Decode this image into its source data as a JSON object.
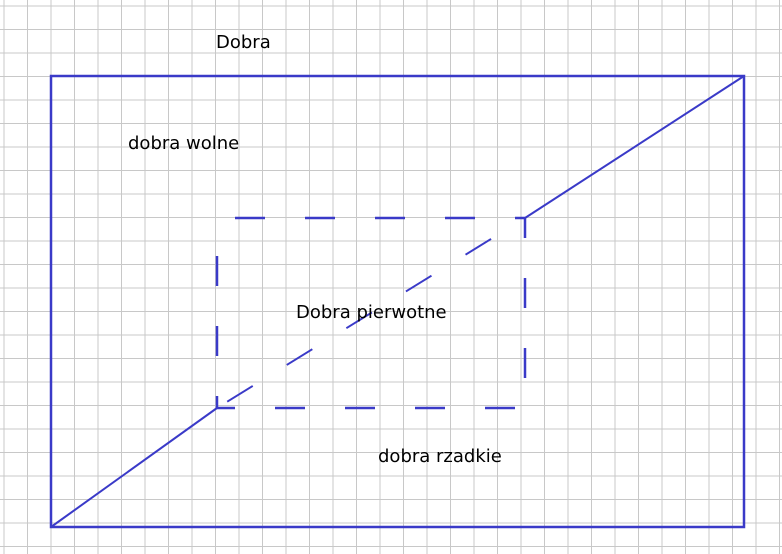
{
  "labels": {
    "title": "Dobra",
    "region_top_left": "dobra wolne",
    "region_center": "Dobra pierwotne",
    "region_bottom_right": "dobra rzadkie"
  },
  "colors": {
    "background": "#ffffff",
    "grid_line": "#c8c8c8",
    "diagram_stroke": "#3a3ac8",
    "text": "#000000"
  },
  "styles": {
    "outer_rectangle": "solid",
    "inner_rectangle": "dashed",
    "diagonal_outside": "solid",
    "diagonal_inside": "dashed"
  }
}
